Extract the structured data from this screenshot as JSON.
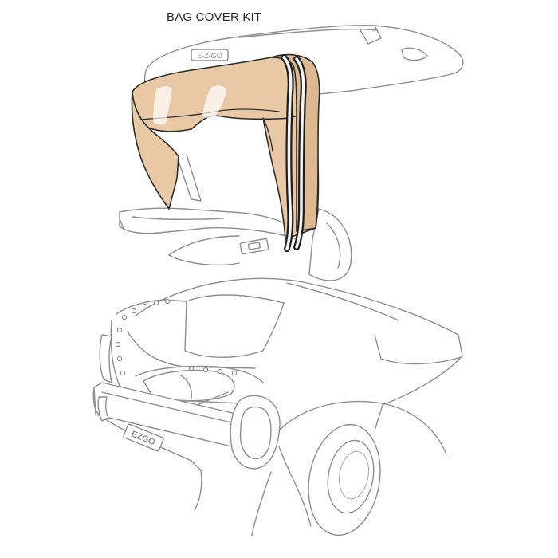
{
  "title": "BAG COVER KIT",
  "roof_badge": "E-Z-GO",
  "rear_badge": "EZGO",
  "colors": {
    "cover": "#e9c9a5",
    "outline": "#8e8e8e",
    "strap": "#1e1e1e"
  }
}
